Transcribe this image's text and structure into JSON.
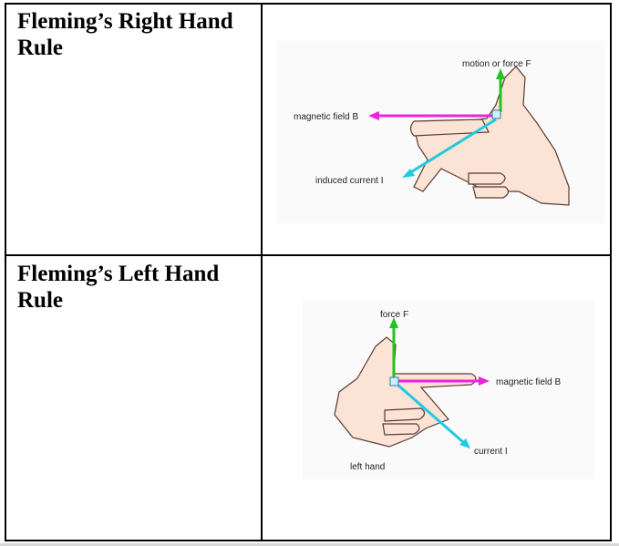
{
  "rows": [
    {
      "title": "Fleming’s Right Hand Rule",
      "labels": {
        "motion": "motion or force F",
        "field": "magnetic field B",
        "current": "induced current I"
      }
    },
    {
      "title": "Fleming’s Left Hand Rule",
      "labels": {
        "force": "force F",
        "field": "magnetic field B",
        "current": "current I",
        "hand": "left hand"
      }
    }
  ],
  "colors": {
    "force_arrow": "#22c322",
    "field_arrow": "#ee22dd",
    "current_arrow": "#22c8e0",
    "skin": "#fbe3d6",
    "skin_outline": "#5a3a30"
  }
}
